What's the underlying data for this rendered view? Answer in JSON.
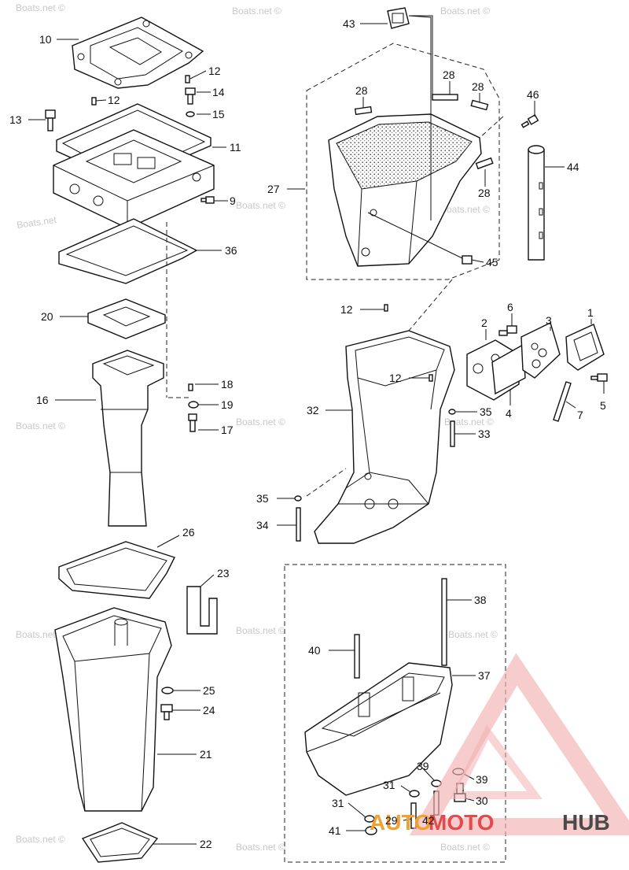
{
  "diagram": {
    "callouts": [
      {
        "id": "c10",
        "text": "10"
      },
      {
        "id": "c12a",
        "text": "12"
      },
      {
        "id": "c12b",
        "text": "12"
      },
      {
        "id": "c14",
        "text": "14"
      },
      {
        "id": "c13",
        "text": "13"
      },
      {
        "id": "c15",
        "text": "15"
      },
      {
        "id": "c11",
        "text": "11"
      },
      {
        "id": "c9",
        "text": "9"
      },
      {
        "id": "c36",
        "text": "36"
      },
      {
        "id": "c20",
        "text": "20"
      },
      {
        "id": "c18",
        "text": "18"
      },
      {
        "id": "c19",
        "text": "19"
      },
      {
        "id": "c16",
        "text": "16"
      },
      {
        "id": "c17",
        "text": "17"
      },
      {
        "id": "c26",
        "text": "26"
      },
      {
        "id": "c23",
        "text": "23"
      },
      {
        "id": "c25",
        "text": "25"
      },
      {
        "id": "c24",
        "text": "24"
      },
      {
        "id": "c21",
        "text": "21"
      },
      {
        "id": "c22",
        "text": "22"
      },
      {
        "id": "c43",
        "text": "43"
      },
      {
        "id": "c28a",
        "text": "28"
      },
      {
        "id": "c28b",
        "text": "28"
      },
      {
        "id": "c28c",
        "text": "28"
      },
      {
        "id": "c28d",
        "text": "28"
      },
      {
        "id": "c46",
        "text": "46"
      },
      {
        "id": "c27",
        "text": "27"
      },
      {
        "id": "c44",
        "text": "44"
      },
      {
        "id": "c45",
        "text": "45"
      },
      {
        "id": "c12c",
        "text": "12"
      },
      {
        "id": "c6",
        "text": "6"
      },
      {
        "id": "c2",
        "text": "2"
      },
      {
        "id": "c3",
        "text": "3"
      },
      {
        "id": "c1",
        "text": "1"
      },
      {
        "id": "c12d",
        "text": "12"
      },
      {
        "id": "c32",
        "text": "32"
      },
      {
        "id": "c35a",
        "text": "35"
      },
      {
        "id": "c4",
        "text": "4"
      },
      {
        "id": "c5",
        "text": "5"
      },
      {
        "id": "c7",
        "text": "7"
      },
      {
        "id": "c33",
        "text": "33"
      },
      {
        "id": "c35b",
        "text": "35"
      },
      {
        "id": "c34",
        "text": "34"
      },
      {
        "id": "c38",
        "text": "38"
      },
      {
        "id": "c40",
        "text": "40"
      },
      {
        "id": "c37",
        "text": "37"
      },
      {
        "id": "c39a",
        "text": "39"
      },
      {
        "id": "c39b",
        "text": "39"
      },
      {
        "id": "c31a",
        "text": "31"
      },
      {
        "id": "c30",
        "text": "30"
      },
      {
        "id": "c31b",
        "text": "31"
      },
      {
        "id": "c29",
        "text": "29"
      },
      {
        "id": "c42",
        "text": "42"
      },
      {
        "id": "c41",
        "text": "41"
      }
    ],
    "watermark": "Boats.net ©",
    "watermark_alt": "Boats.net",
    "brand": {
      "part1": "AUTO",
      "part2": "MOTO",
      "part3": "HUB"
    }
  },
  "colors": {
    "line": "#111111",
    "watermark": "#c8c8c8",
    "brand_red": "#e4494c",
    "brand_orange": "#f2a030",
    "brand_gray": "#4a4a4a",
    "logo_pink": "#f3b0b0"
  }
}
